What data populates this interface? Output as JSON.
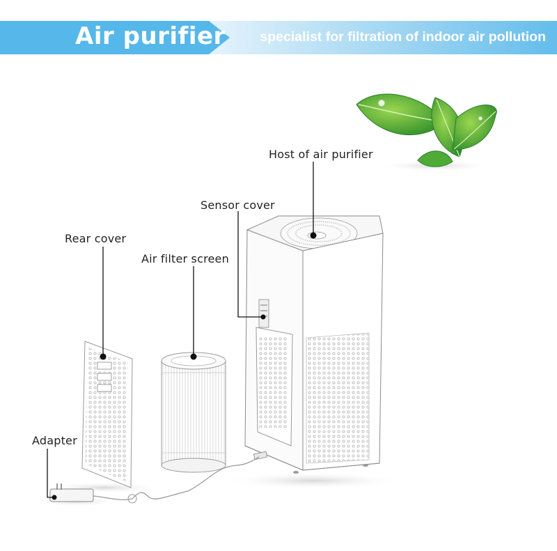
{
  "header": {
    "title": "Air purifier",
    "subtitle": "specialist for filtration of indoor air pollution"
  },
  "labels": {
    "host": "Host of air purifier",
    "sensor_cover": "Sensor cover",
    "rear_cover": "Rear cover",
    "air_filter_screen": "Air filter screen",
    "adapter": "Adapter"
  },
  "colors": {
    "banner_blue": "#56b7ea",
    "leaf_green": "#3fa53a"
  }
}
